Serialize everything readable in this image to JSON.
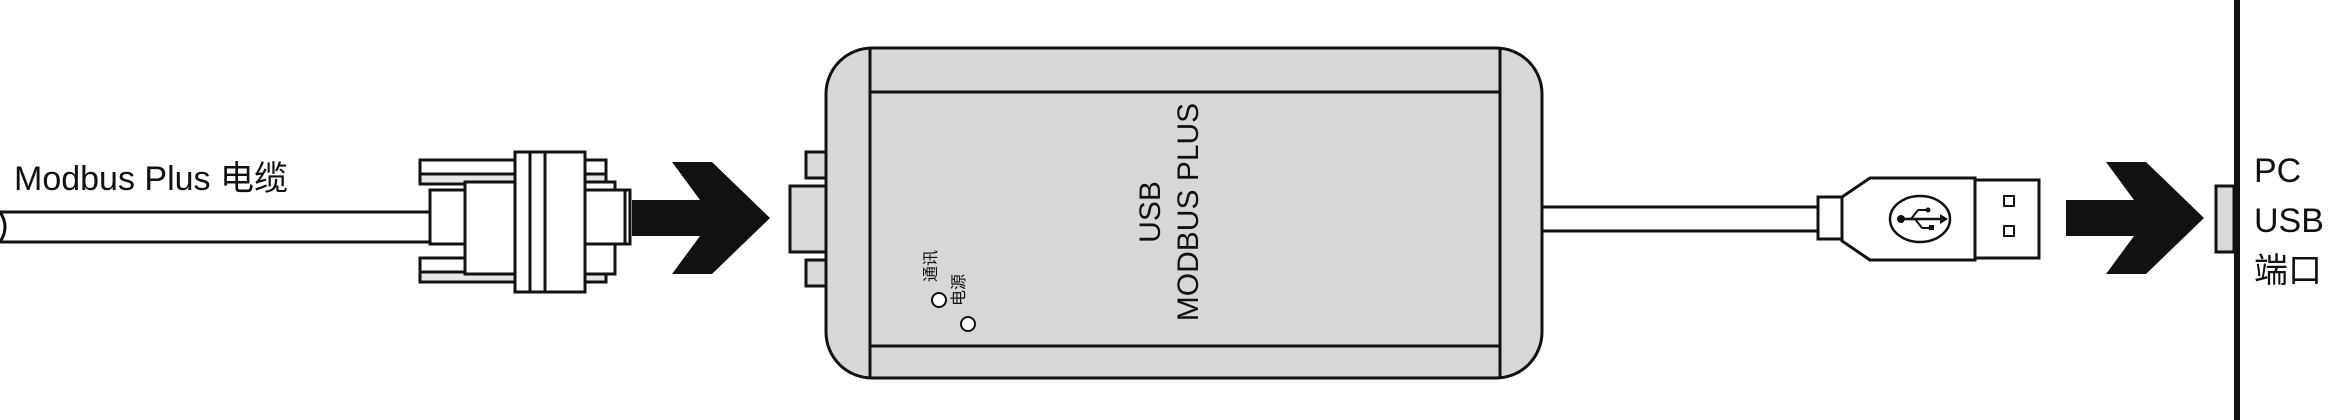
{
  "labels": {
    "cable": "Modbus Plus 电缆",
    "device_line1": "USB",
    "device_line2": "MODBUS PLUS",
    "led_comm": "通讯",
    "led_power": "电源",
    "pc_line1": "PC",
    "pc_line2": "USB",
    "pc_line3": "端口"
  }
}
